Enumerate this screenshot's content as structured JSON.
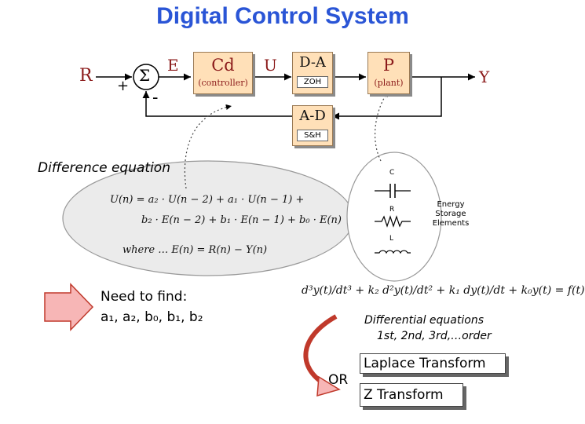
{
  "title": "Digital Control System",
  "block_diagram": {
    "r_label": "R",
    "plus_sign": "+",
    "sigma": "Σ",
    "minus_sign": "-",
    "e_label": "E",
    "controller": {
      "name": "Cd",
      "sub": "(controller)"
    },
    "u_label": "U",
    "da": {
      "name": "D-A",
      "sub": "ZOH"
    },
    "plant": {
      "name": "P",
      "sub": "(plant)"
    },
    "y_label": "Y",
    "ad": {
      "name": "A-D",
      "sub": "S&H"
    }
  },
  "difference_equation": {
    "heading": "Difference equation",
    "line1": "U(n) = a₂ · U(n − 2) + a₁ · U(n − 1) +",
    "line2": "b₂ · E(n − 2) + b₁ · E(n − 1) + b₀ · E(n)",
    "line3": "where … E(n) = R(n) − Y(n)"
  },
  "need_to_find": {
    "line1": "Need to find:",
    "line2": "a₁, a₂, b₀, b₁, b₂"
  },
  "circuit": {
    "c_label": "C",
    "r_label": "R",
    "l_label": "L",
    "energy_label": [
      "Energy",
      "Storage",
      "Elements"
    ]
  },
  "differential_equation": {
    "formula": "d³y(t)/dt³ + k₂ d²y(t)/dt² + k₁ dy(t)/dt + k₀y(t) = f(t)",
    "caption_line1": "Differential equations",
    "caption_line2": "1st, 2nd, 3rd,…order"
  },
  "or_label": "OR",
  "laplace_label": "Laplace Transform",
  "z_label": "Z  Transform",
  "colors": {
    "title": "#2a55d6",
    "block_fill": "#ffe0b8",
    "arrow_fill": "#f7b6b6",
    "arrow_stroke": "#c0392b"
  }
}
